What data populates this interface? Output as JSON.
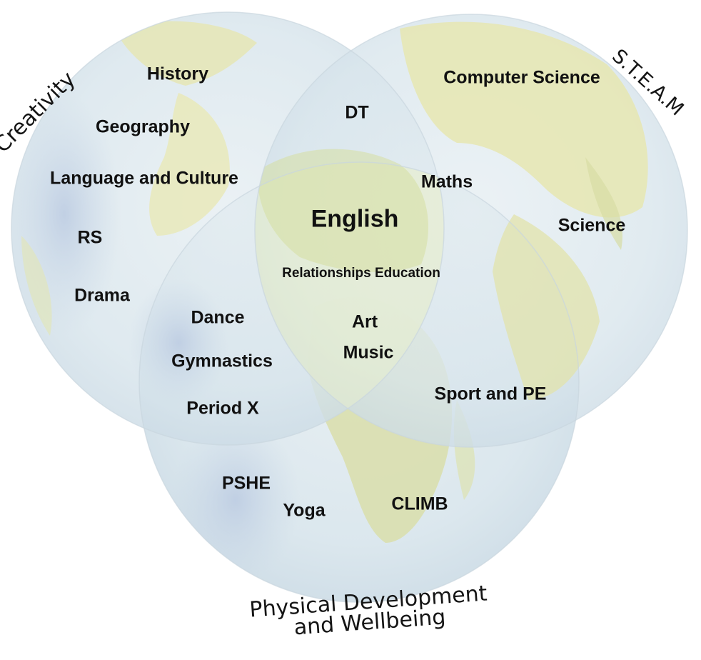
{
  "sets": {
    "creativity": "Creativity",
    "steam": "S.T.E.A.M",
    "physical_line1": "Physical Development",
    "physical_line2": "and Wellbeing"
  },
  "subjects": {
    "history": "History",
    "geography": "Geography",
    "language_culture": "Language and Culture",
    "rs": "RS",
    "drama": "Drama",
    "dt": "DT",
    "computer_science": "Computer Science",
    "maths": "Maths",
    "science": "Science",
    "english": "English",
    "relationships": "Relationships Education",
    "dance": "Dance",
    "gymnastics": "Gymnastics",
    "period_x": "Period X",
    "art": "Art",
    "music": "Music",
    "sport_pe": "Sport and PE",
    "pshe": "PSHE",
    "yoga": "Yoga",
    "climb": "CLIMB"
  },
  "colors": {
    "ocean": "#dbe7ee",
    "ocean_deep": "#b9cde0",
    "land": "#e9e7b4",
    "land_green": "#d7dfa8",
    "overlay": "#eef2bf",
    "text": "#111111"
  }
}
